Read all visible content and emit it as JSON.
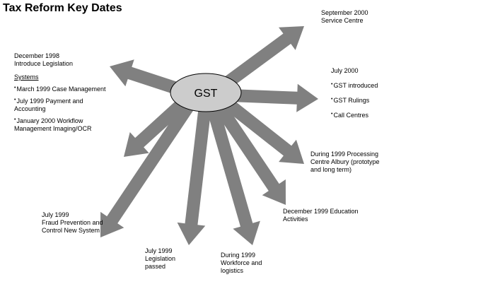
{
  "title": "Tax Reform Key Dates",
  "hub": "GST",
  "arrow_color": "#808080",
  "labels": {
    "sep2000": [
      "September 2000",
      "Service Centre"
    ],
    "dec1998": [
      "December 1998",
      "Introduce Legislation"
    ],
    "systems_heading": "Systems",
    "systems_items": [
      [
        "March 1999 Case Management"
      ],
      [
        "July 1999 Payment and",
        "Accounting"
      ],
      [
        "January 2000 Workflow",
        "Management Imaging/OCR"
      ]
    ],
    "jul2000": "July 2000",
    "jul2000_items": [
      "GST introduced",
      "GST Rulings",
      "Call Centres"
    ],
    "processing": [
      "During 1999 Processing",
      "Centre Albury (prototype",
      "and long term)"
    ],
    "education": [
      "December 1999 Education",
      "Activities"
    ],
    "fraud": [
      "July 1999",
      "Fraud Prevention and",
      "Control New System"
    ],
    "legislation": [
      "July 1999",
      "Legislation",
      "passed"
    ],
    "workforce": [
      "During 1999",
      "Workforce and",
      "logistics"
    ]
  }
}
